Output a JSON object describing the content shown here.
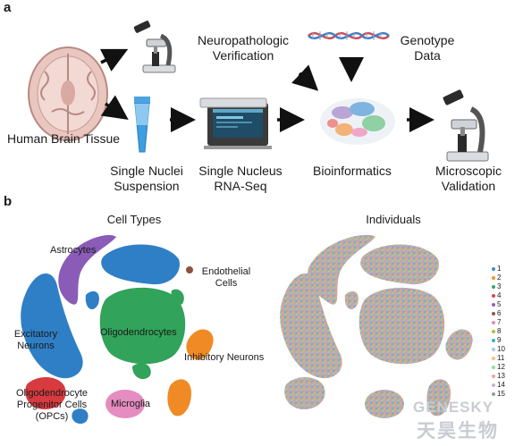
{
  "panel_a": {
    "letter": "a",
    "brain_label": "Human Brain Tissue",
    "neuropath_label": [
      "Neuropathologic",
      "Verification"
    ],
    "genotype_label": [
      "Genotype",
      "Data"
    ],
    "suspension_label": [
      "Single Nuclei",
      "Suspension"
    ],
    "rnaseq_label": [
      "Single Nucleus",
      "RNA-Seq"
    ],
    "bioinf_label": "Bioinformatics",
    "validation_label": [
      "Microscopic",
      "Validation"
    ]
  },
  "panel_b": {
    "letter": "b",
    "left_title": "Cell Types",
    "right_title": "Individuals",
    "cell_types": {
      "astrocytes": "Astrocytes",
      "endothelial": [
        "Endothelial",
        "Cells"
      ],
      "excitatory": [
        "Excitatory",
        "Neurons"
      ],
      "oligodendrocytes": "Oligodendrocytes",
      "inhibitory": "Inhibitory Neurons",
      "opc": [
        "Oligodendrocyte",
        "Progenitor Cells",
        "(OPCs)"
      ],
      "microglia": "Microglia"
    },
    "legend": [
      {
        "label": "1",
        "color": "#3b8ed0"
      },
      {
        "label": "2",
        "color": "#f0932b"
      },
      {
        "label": "3",
        "color": "#3aa36a"
      },
      {
        "label": "4",
        "color": "#d6454a"
      },
      {
        "label": "5",
        "color": "#8f63b5"
      },
      {
        "label": "6",
        "color": "#8c5a4a"
      },
      {
        "label": "7",
        "color": "#e08bc0"
      },
      {
        "label": "8",
        "color": "#b9ba3a"
      },
      {
        "label": "9",
        "color": "#35b5c8"
      },
      {
        "label": "10",
        "color": "#a9c8e8"
      },
      {
        "label": "11",
        "color": "#f6c08a"
      },
      {
        "label": "12",
        "color": "#9fd59a"
      },
      {
        "label": "13",
        "color": "#f1a3a0"
      },
      {
        "label": "14",
        "color": "#c6b3da"
      },
      {
        "label": "15",
        "color": "#9b9b9b"
      }
    ]
  },
  "watermark": {
    "en": "GENESKY",
    "cn": "天昊生物"
  },
  "colors": {
    "astrocytes": "#8a5cb8",
    "excitatory": "#2f7fc6",
    "oligodendrocytes": "#31a35a",
    "inhibitory": "#f08a24",
    "opc": "#d73a3f",
    "microglia": "#e58cc0",
    "endothelial": "#8a5340",
    "arrow": "#111111"
  }
}
